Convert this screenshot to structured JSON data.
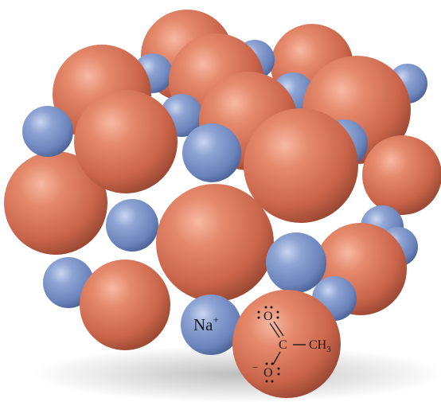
{
  "labels": {
    "cation": "Na",
    "cation_charge": "+",
    "oxygen_top": "O",
    "oxygen_bottom": "O",
    "carbon": "C",
    "bond_dash": "—",
    "methyl": "CH",
    "methyl_subscript": "3",
    "anion_charge": "−"
  },
  "colors": {
    "background": "#ffffff",
    "large_ion": "#d9765a",
    "small_ion": "#7c95c9"
  }
}
